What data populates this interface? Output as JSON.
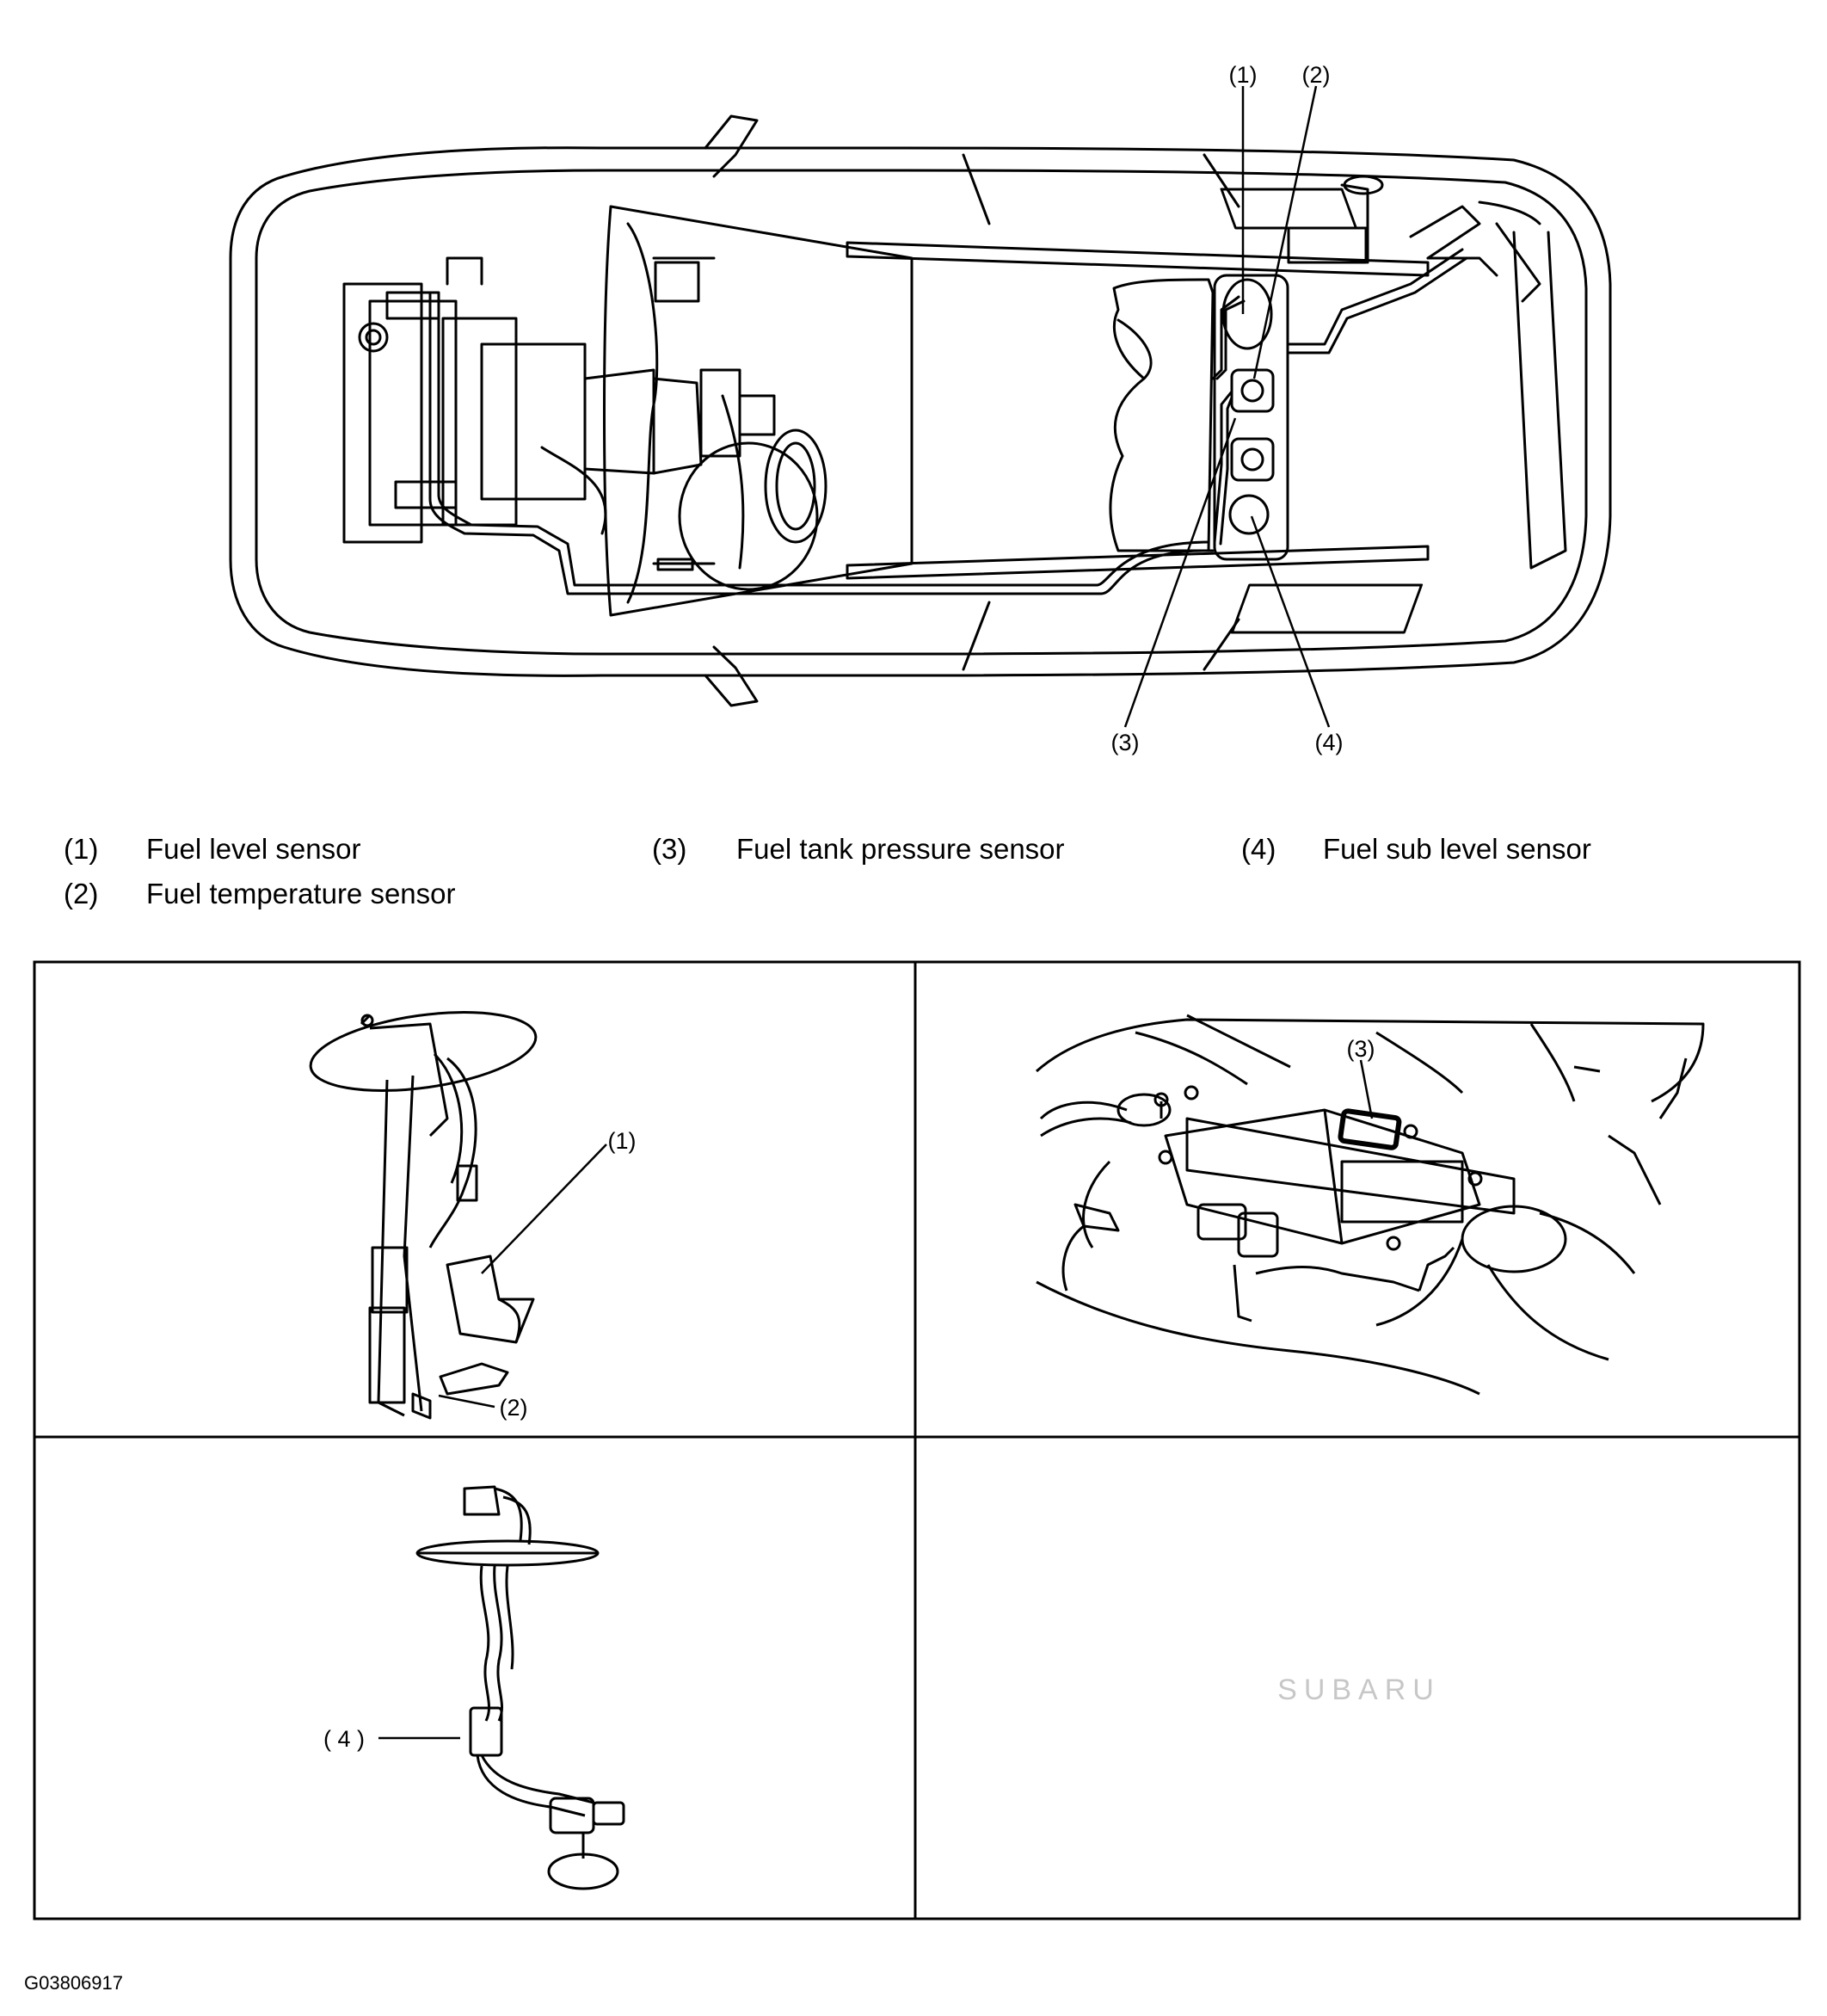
{
  "overview": {
    "callouts": [
      "(1)",
      "(2)",
      "(3)",
      "(4)"
    ]
  },
  "legend": [
    {
      "num": "(1)",
      "label": "Fuel level sensor"
    },
    {
      "num": "(2)",
      "label": "Fuel temperature sensor"
    },
    {
      "num": "(3)",
      "label": "Fuel tank pressure sensor"
    },
    {
      "num": "(4)",
      "label": "Fuel sub level sensor"
    }
  ],
  "panels": {
    "fuel_pump_callouts": [
      "(1)",
      "(2)"
    ],
    "tank_top_callout": "(3)",
    "sub_level_callout": "( 4 )",
    "watermark": "SUBARU"
  },
  "figure_code": "G03806917"
}
